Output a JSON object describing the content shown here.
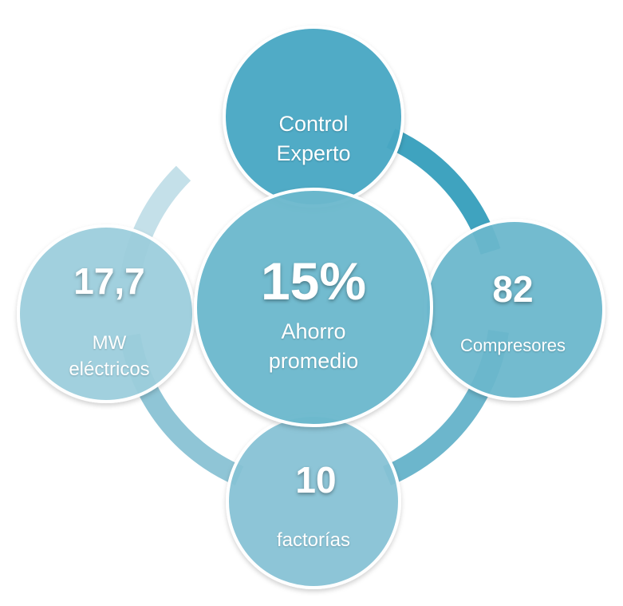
{
  "center": {
    "value": "15%",
    "line1": "Ahorro",
    "line2": "promedio"
  },
  "top": {
    "line1": "Control",
    "line2": "Experto"
  },
  "right": {
    "value": "82",
    "label": "Compresores"
  },
  "bottom": {
    "value": "10",
    "label": "factorías"
  },
  "left": {
    "value": "17,7",
    "line1": "MW",
    "line2": "eléctricos"
  },
  "colors": {
    "ring_top_right": "#3fa3bf",
    "ring_right_bottom": "#6cb6cc",
    "ring_bottom_left": "#8fc5d6",
    "ring_left_top": "#c4e0e9",
    "circle_top": "#4aa8c4",
    "circle_center": "#6bb8cd",
    "circle_right": "#6ab8cd",
    "circle_bottom": "#86c3d5",
    "circle_left": "#9ccfdd"
  }
}
